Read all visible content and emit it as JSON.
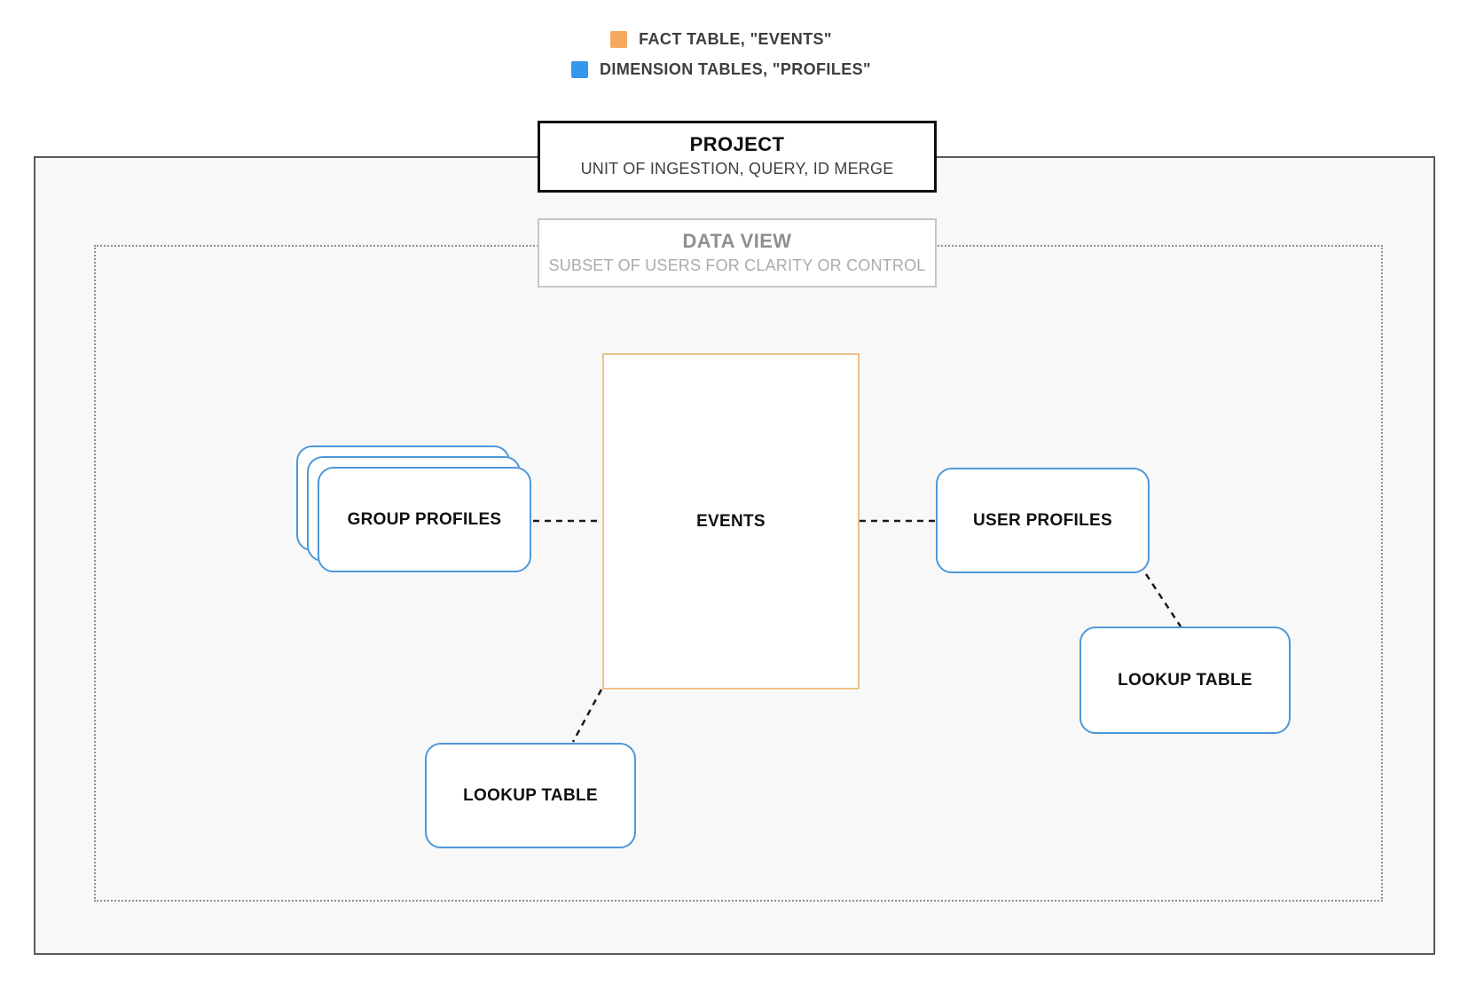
{
  "legend": {
    "items": [
      {
        "name": "fact-table",
        "label": "FACT TABLE, \"EVENTS\"",
        "color": "#F5A95F"
      },
      {
        "name": "dimension-tables",
        "label": "DIMENSION TABLES, \"PROFILES\"",
        "color": "#3496EC"
      }
    ]
  },
  "project": {
    "title": "PROJECT",
    "subtitle": "UNIT OF INGESTION, QUERY, ID MERGE"
  },
  "data_view": {
    "title": "DATA VIEW",
    "subtitle": "SUBSET OF USERS FOR CLARITY OR CONTROL"
  },
  "nodes": {
    "events": {
      "label": "EVENTS",
      "type": "fact"
    },
    "group_profiles": {
      "label": "GROUP PROFILES",
      "type": "dimension",
      "stacked": 3
    },
    "user_profiles": {
      "label": "USER PROFILES",
      "type": "dimension"
    },
    "lookup_table_bottom": {
      "label": "LOOKUP TABLE",
      "type": "dimension"
    },
    "lookup_table_right": {
      "label": "LOOKUP TABLE",
      "type": "dimension"
    }
  },
  "connectors": [
    {
      "from": "group_profiles",
      "to": "events",
      "style": "dashed"
    },
    {
      "from": "events",
      "to": "user_profiles",
      "style": "dashed"
    },
    {
      "from": "events",
      "to": "lookup_table_bottom",
      "style": "dashed"
    },
    {
      "from": "user_profiles",
      "to": "lookup_table_right",
      "style": "dashed"
    }
  ],
  "colors": {
    "fact_orange_swatch": "#F5A95F",
    "dimension_blue_swatch": "#3496EC",
    "fact_border": "#EBC28A",
    "dimension_border": "#4E97D9",
    "project_border": "#0d0d0d",
    "boundary_border": "#58595B",
    "dataview_dotted_border": "#8f8f8f",
    "connector": "#1a1a1a",
    "inner_background": "#F8F8F9"
  }
}
